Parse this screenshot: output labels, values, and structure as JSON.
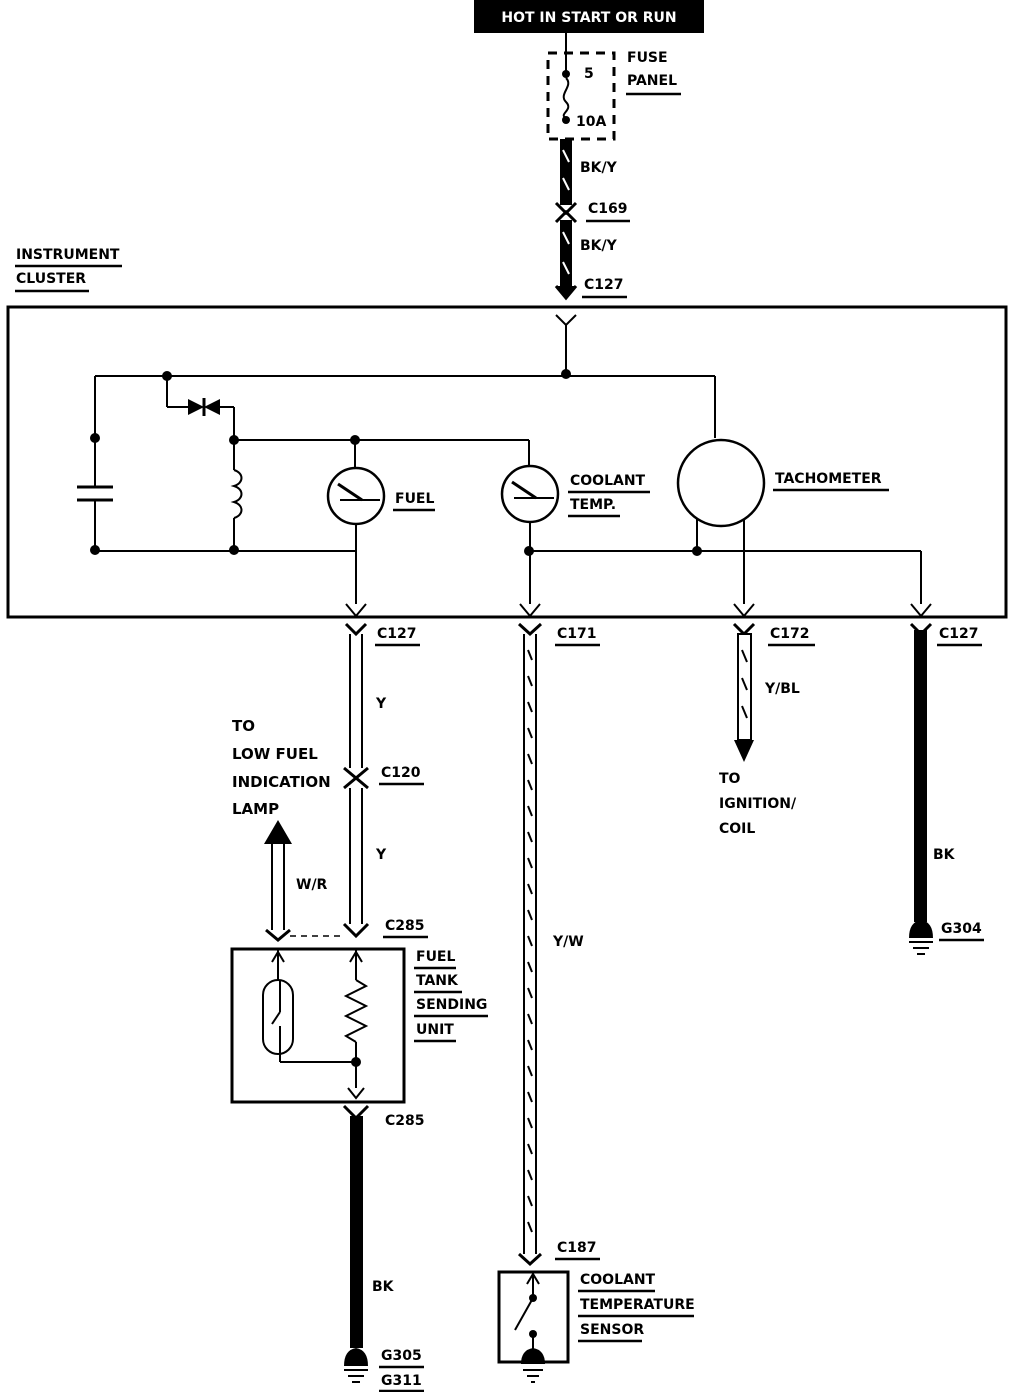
{
  "header": {
    "power_label": "HOT IN START OR RUN"
  },
  "fuse": {
    "number": "5",
    "rating": "10A",
    "label_line1": "FUSE",
    "label_line2": "PANEL"
  },
  "supply": {
    "wire_upper": "BK/Y",
    "connector_1": "C169",
    "wire_lower": "BK/Y",
    "connector_2": "C127"
  },
  "cluster": {
    "label_line1": "INSTRUMENT",
    "label_line2": "CLUSTER",
    "fuel_gauge": "FUEL",
    "coolant_gauge_line1": "COOLANT",
    "coolant_gauge_line2": "TEMP.",
    "tachometer": "TACHOMETER"
  },
  "fuel_circuit": {
    "connector_top": "C127",
    "wire_1": "Y",
    "connector_mid": "C120",
    "wire_2": "Y",
    "connector_sender": "C285",
    "lamp_wire": "W/R",
    "lamp_label": [
      "TO",
      "LOW FUEL",
      "INDICATION",
      "LAMP"
    ],
    "sender_label": [
      "FUEL",
      "TANK",
      "SENDING",
      "UNIT"
    ],
    "connector_bottom": "C285",
    "ground_wire": "BK",
    "ground_1": "G305",
    "ground_2": "G311"
  },
  "coolant_circuit": {
    "connector_top": "C171",
    "wire": "Y/W",
    "connector_bottom": "C187",
    "sensor_label": [
      "COOLANT",
      "TEMPERATURE",
      "SENSOR"
    ]
  },
  "tach_circuit": {
    "connector": "C172",
    "wire": "Y/BL",
    "destination": [
      "TO",
      "IGNITION/",
      "COIL"
    ]
  },
  "ground_circuit": {
    "connector": "C127",
    "wire": "BK",
    "ground": "G304"
  }
}
